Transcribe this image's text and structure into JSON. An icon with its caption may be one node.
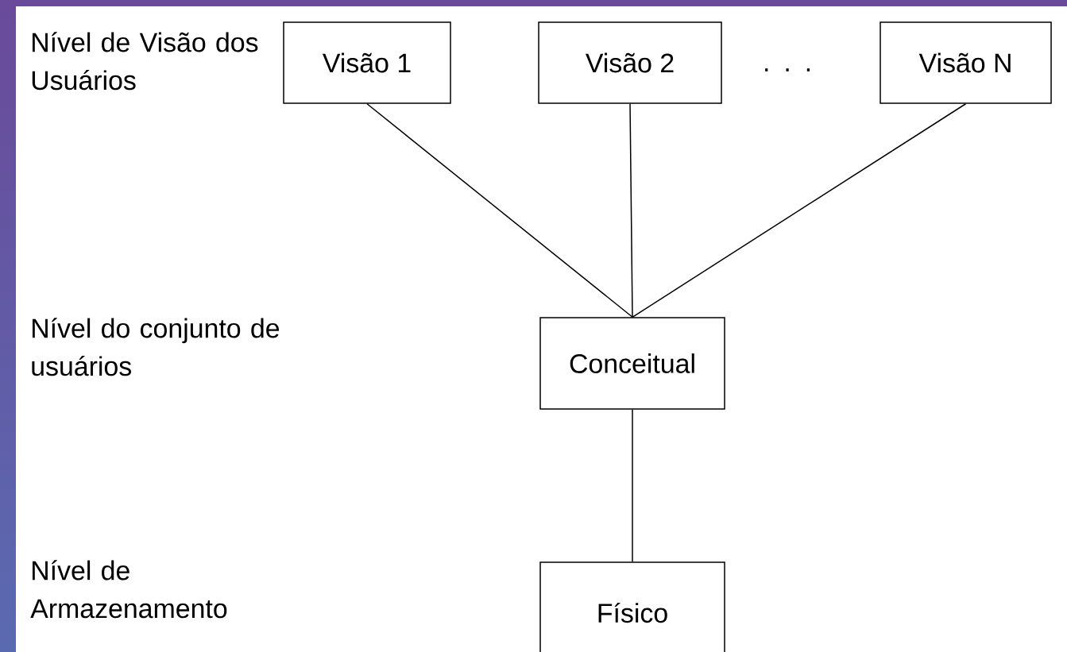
{
  "diagram": {
    "nodes": [
      {
        "text": [
          "Visão 1"
        ]
      },
      {
        "text": [
          "Visão 2"
        ]
      },
      {
        "text": [
          "Visão N"
        ]
      },
      {
        "text": [
          "Conceitual"
        ]
      },
      {
        "text": [
          "Físico"
        ]
      }
    ],
    "edges": [
      {
        "from": 0,
        "to": 3,
        "arrow": "none"
      },
      {
        "from": 1,
        "to": 3,
        "arrow": "none"
      },
      {
        "from": 2,
        "to": 3,
        "arrow": "none"
      },
      {
        "from": 3,
        "to": 4,
        "arrow": "none"
      }
    ],
    "labels": [
      "Nível de Visão dos Usuários",
      ". . .",
      "Nível do conjunto de usuários",
      "Nível de Armazenamento"
    ]
  }
}
